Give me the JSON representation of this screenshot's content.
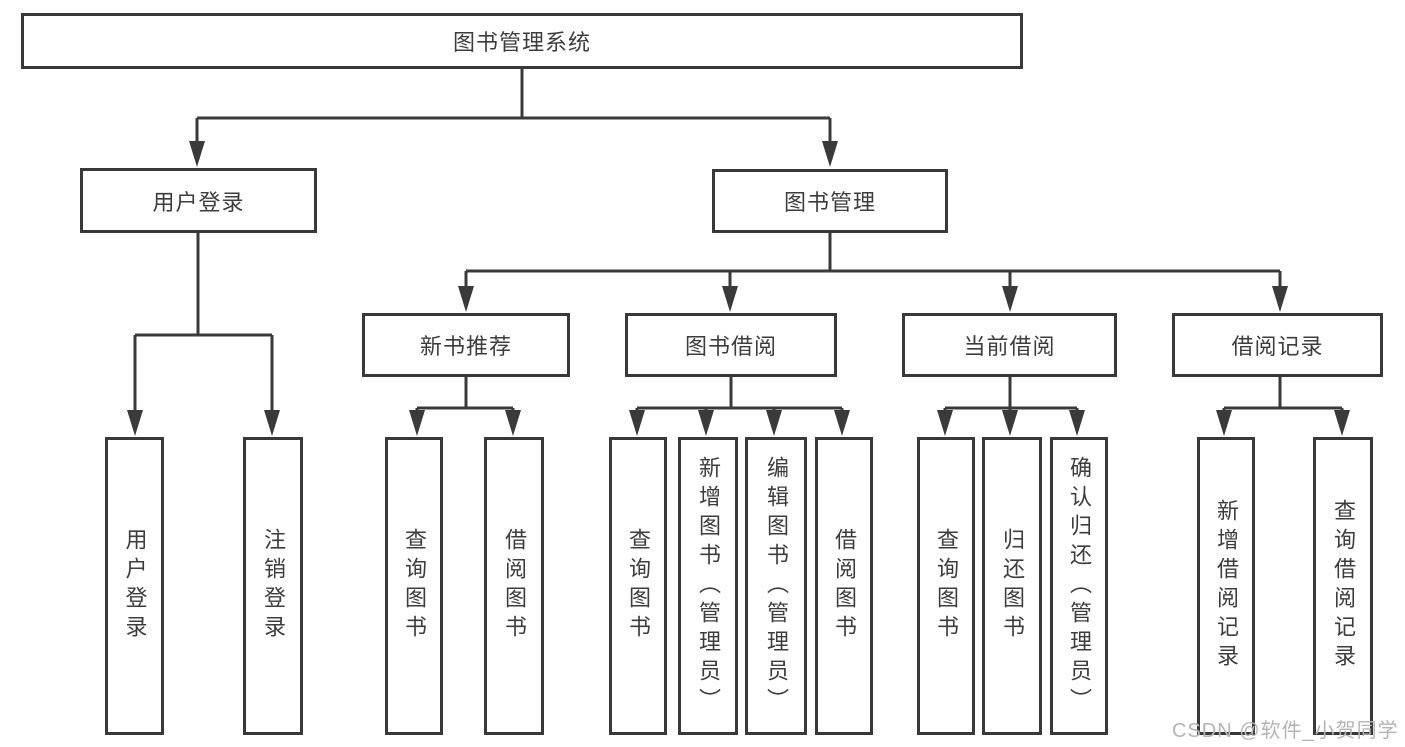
{
  "nodes": {
    "root": "图书管理系统",
    "level2": [
      "用户登录",
      "图书管理"
    ],
    "level3": [
      "新书推荐",
      "图书借阅",
      "当前借阅",
      "借阅记录"
    ],
    "leaves": [
      "用户登录",
      "注销登录",
      "查询图书",
      "借阅图书",
      "查询图书",
      "新增图书（管理员）",
      "编辑图书（管理员）",
      "借阅图书",
      "查询图书",
      "归还图书",
      "确认归还（管理员）",
      "新增借阅记录",
      "查询借阅记录"
    ]
  },
  "watermark": "CSDN @软件_小贺同学",
  "colors": {
    "line": "#3a3a3a",
    "border": "#383838",
    "text": "#3d3d3d",
    "watermark": "#b4b4b4",
    "background": "#ffffff"
  }
}
